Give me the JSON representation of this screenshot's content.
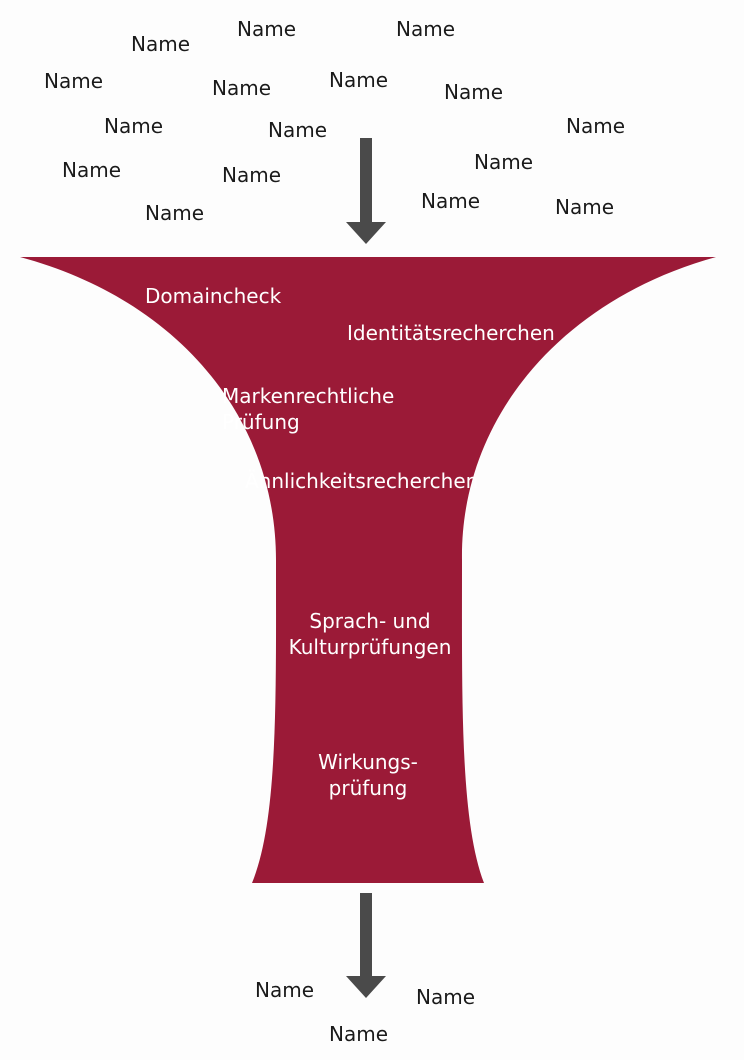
{
  "colors": {
    "funnel_fill": "#9b1a37",
    "arrow_fill": "#4a4a4a",
    "name_text": "#1a1a1a",
    "funnel_text": "#ffffff"
  },
  "input_names": [
    "Name",
    "Name",
    "Name",
    "Name",
    "Name",
    "Name",
    "Name",
    "Name",
    "Name",
    "Name",
    "Name",
    "Name",
    "Name",
    "Name",
    "Name",
    "Name"
  ],
  "stages": {
    "domaincheck": "Domaincheck",
    "identitaet": "Identitätsrecherchen",
    "marken_line1": "Markenrechtliche",
    "marken_line2": "Prüfung",
    "aehnlichkeit": "Ähnlichkeitsrecherchen",
    "sprach_line1": "Sprach- und",
    "sprach_line2": "Kulturprüfungen",
    "wirkung_line1": "Wirkungs-",
    "wirkung_line2": "prüfung"
  },
  "output_names": [
    "Name",
    "Name",
    "Name"
  ]
}
